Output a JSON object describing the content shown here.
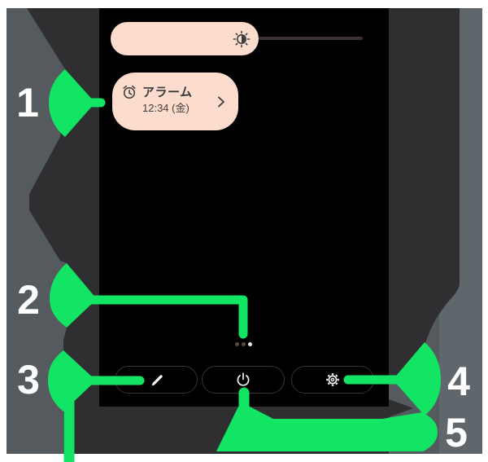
{
  "annotations": {
    "items": [
      {
        "number": "1",
        "target": "alarm-notification"
      },
      {
        "number": "2",
        "target": "page-indicator"
      },
      {
        "number": "3",
        "target": "edit-button"
      },
      {
        "number": "4",
        "target": "settings-button"
      },
      {
        "number": "5",
        "target": "power-button"
      }
    ]
  },
  "phone": {
    "brightness_slider": {
      "icon": "brightness-icon"
    },
    "alarm_card": {
      "icon": "alarm-icon",
      "title": "アラーム",
      "time": "12:34 (金)",
      "chevron": "chevron-right-icon"
    },
    "page_indicator": {
      "dot_count": 3,
      "active_index": 2
    },
    "quick_actions": [
      {
        "name": "edit",
        "icon": "pencil-icon"
      },
      {
        "name": "power",
        "icon": "power-icon"
      },
      {
        "name": "settings",
        "icon": "gear-icon"
      }
    ]
  },
  "colors": {
    "callout_green": "#12e564",
    "card_pink": "#fcdccc",
    "backdrop_dark": "#2f2f31",
    "backdrop_gray_left": "#555a5e",
    "backdrop_gray_right": "#5f676c",
    "screen_black": "#000000",
    "active_dot": "#f2e5de",
    "inactive_dot": "#5a4b46"
  }
}
